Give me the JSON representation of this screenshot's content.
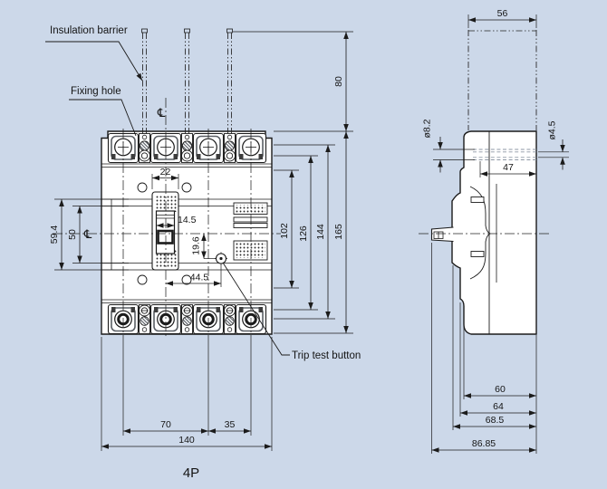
{
  "page": {
    "background": "#ccd8e9",
    "line_color": "#1b1b1b"
  },
  "drawing": {
    "caption": "4P",
    "centerline_symbol": "℄",
    "callouts": {
      "insulation_barrier": "Insulation barrier",
      "fixing_hole": "Fixing hole",
      "trip_test_button": "Trip test button"
    },
    "front_view": {
      "dimensions": {
        "barrier_height": "80",
        "overall_height": "165",
        "height_144": "144",
        "height_126": "126",
        "height_102": "102",
        "height_59_4": "59.4",
        "height_50": "50",
        "handle_window_width": "22",
        "handle_width": "14.5",
        "trip_button_offset_v": "19.6",
        "trip_button_offset_h": "44.5",
        "pole_span_70": "70",
        "pole_pitch_35": "35",
        "overall_width": "140"
      }
    },
    "side_view": {
      "dimensions": {
        "barrier_depth": "56",
        "front_hole_dia": "ø8.2",
        "rear_hole_dia": "ø4.5",
        "hole_depth": "47",
        "depth_60": "60",
        "depth_64": "64",
        "depth_68_5": "68.5",
        "overall_depth": "86.85"
      }
    }
  }
}
